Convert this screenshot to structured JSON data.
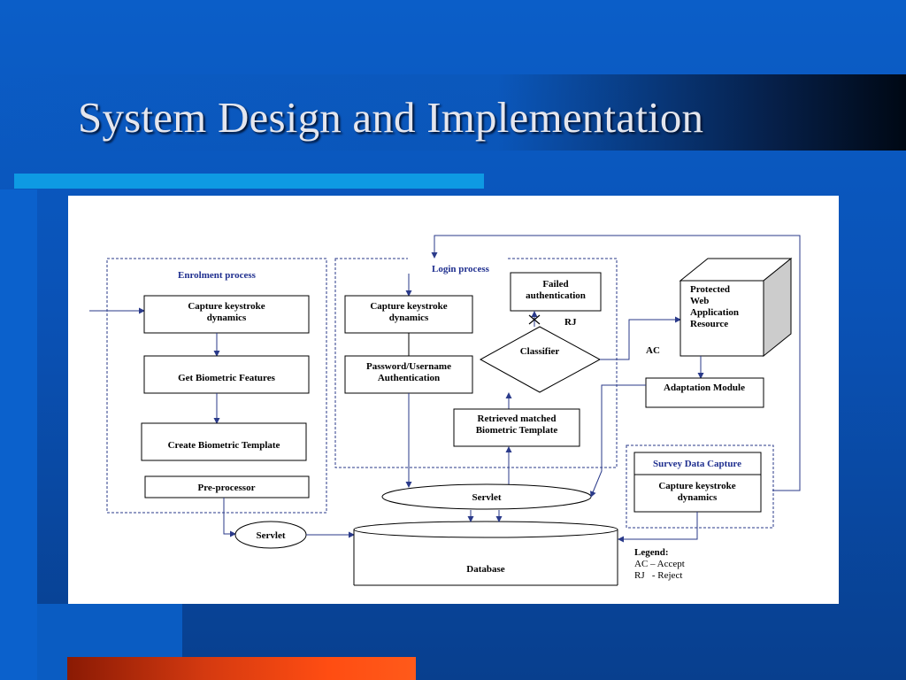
{
  "slide": {
    "title": "System Design and Implementation"
  },
  "diagram": {
    "enrolment": {
      "label": "Enrolment process",
      "capture_line1": "Capture keystroke",
      "capture_line2": "dynamics",
      "features": "Get Biometric Features",
      "template": "Create Biometric Template",
      "preprocessor": "Pre-processor",
      "servlet": "Servlet"
    },
    "login": {
      "label": "Login process",
      "capture_line1": "Capture keystroke",
      "capture_line2": "dynamics",
      "auth_line1": "Password/Username",
      "auth_line2": "Authentication",
      "failed_line1": "Failed",
      "failed_line2": "authentication",
      "rj": "RJ",
      "classifier": "Classifier",
      "retrieved_line1": "Retrieved matched",
      "retrieved_line2": "Biometric Template",
      "servlet": "Servlet"
    },
    "resource": {
      "line1": "Protected",
      "line2": "Web",
      "line3": "Application",
      "line4": "Resource",
      "ac": "AC",
      "adaptation": "Adaptation Module"
    },
    "survey": {
      "label": "Survey Data Capture",
      "capture_line1": "Capture keystroke",
      "capture_line2": "dynamics"
    },
    "database": "Database",
    "legend": {
      "title": "Legend:",
      "line1": "AC – Accept",
      "line2": "RJ   - Reject"
    }
  }
}
